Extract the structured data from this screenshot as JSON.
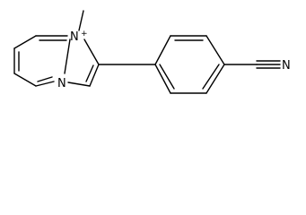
{
  "molecule": {
    "atoms": {
      "n_imidazolium": "N",
      "n_bridgehead": "N",
      "n_nitrile": "N"
    },
    "charge": "+"
  }
}
